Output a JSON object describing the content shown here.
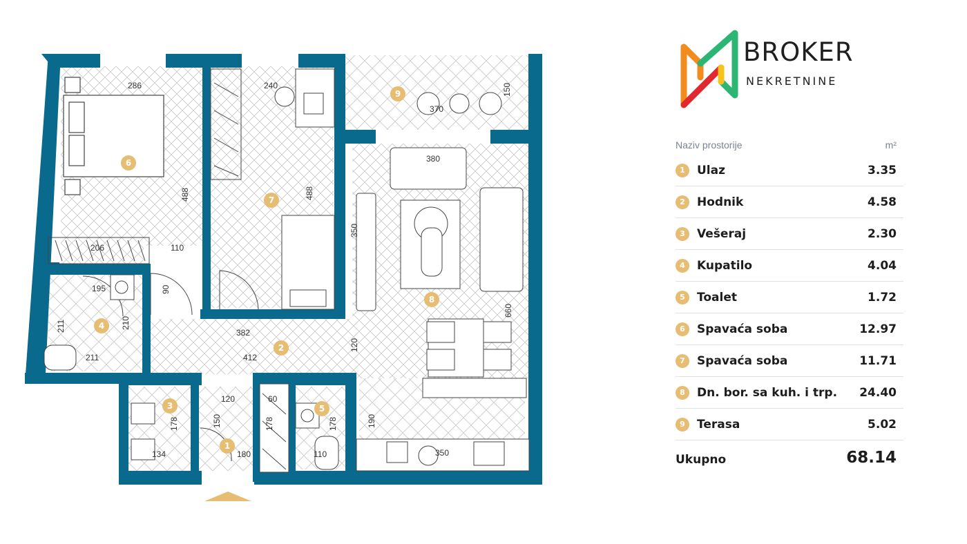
{
  "brand": {
    "name": "BROKER",
    "subtitle": "NEKRETNINE",
    "colors": {
      "orange": "#f28c1e",
      "green": "#2bb673",
      "red": "#e0282e",
      "yellow": "#f7c21b"
    }
  },
  "colors": {
    "wall": "#0a6a8e",
    "badge": "#e6bd73",
    "pattern": "#c9c9c9",
    "entrance_arrow": "#e6bd73"
  },
  "table": {
    "header_name": "Naziv prostorije",
    "header_area": "m²",
    "rows": [
      {
        "num": "1",
        "name": "Ulaz",
        "area": "3.35"
      },
      {
        "num": "2",
        "name": "Hodnik",
        "area": "4.58"
      },
      {
        "num": "3",
        "name": "Vešeraj",
        "area": "2.30"
      },
      {
        "num": "4",
        "name": "Kupatilo",
        "area": "4.04"
      },
      {
        "num": "5",
        "name": "Toalet",
        "area": "1.72"
      },
      {
        "num": "6",
        "name": "Spavaća soba",
        "area": "12.97"
      },
      {
        "num": "7",
        "name": "Spavaća soba",
        "area": "11.71"
      },
      {
        "num": "8",
        "name": "Dn. bor. sa kuh. i trp.",
        "area": "24.40"
      },
      {
        "num": "9",
        "name": "Terasa",
        "area": "5.02"
      }
    ],
    "total_label": "Ukupno",
    "total_value": "68.14"
  },
  "plan": {
    "room_numbers": [
      "1",
      "2",
      "3",
      "4",
      "5",
      "6",
      "7",
      "8",
      "9"
    ],
    "dimensions": [
      "286",
      "240",
      "370",
      "150",
      "380",
      "488",
      "488",
      "350",
      "206",
      "110",
      "195",
      "90",
      "211",
      "210",
      "211",
      "382",
      "412",
      "120",
      "660",
      "120",
      "60",
      "178",
      "150",
      "178",
      "178",
      "134",
      "180",
      "110",
      "190",
      "350"
    ]
  }
}
